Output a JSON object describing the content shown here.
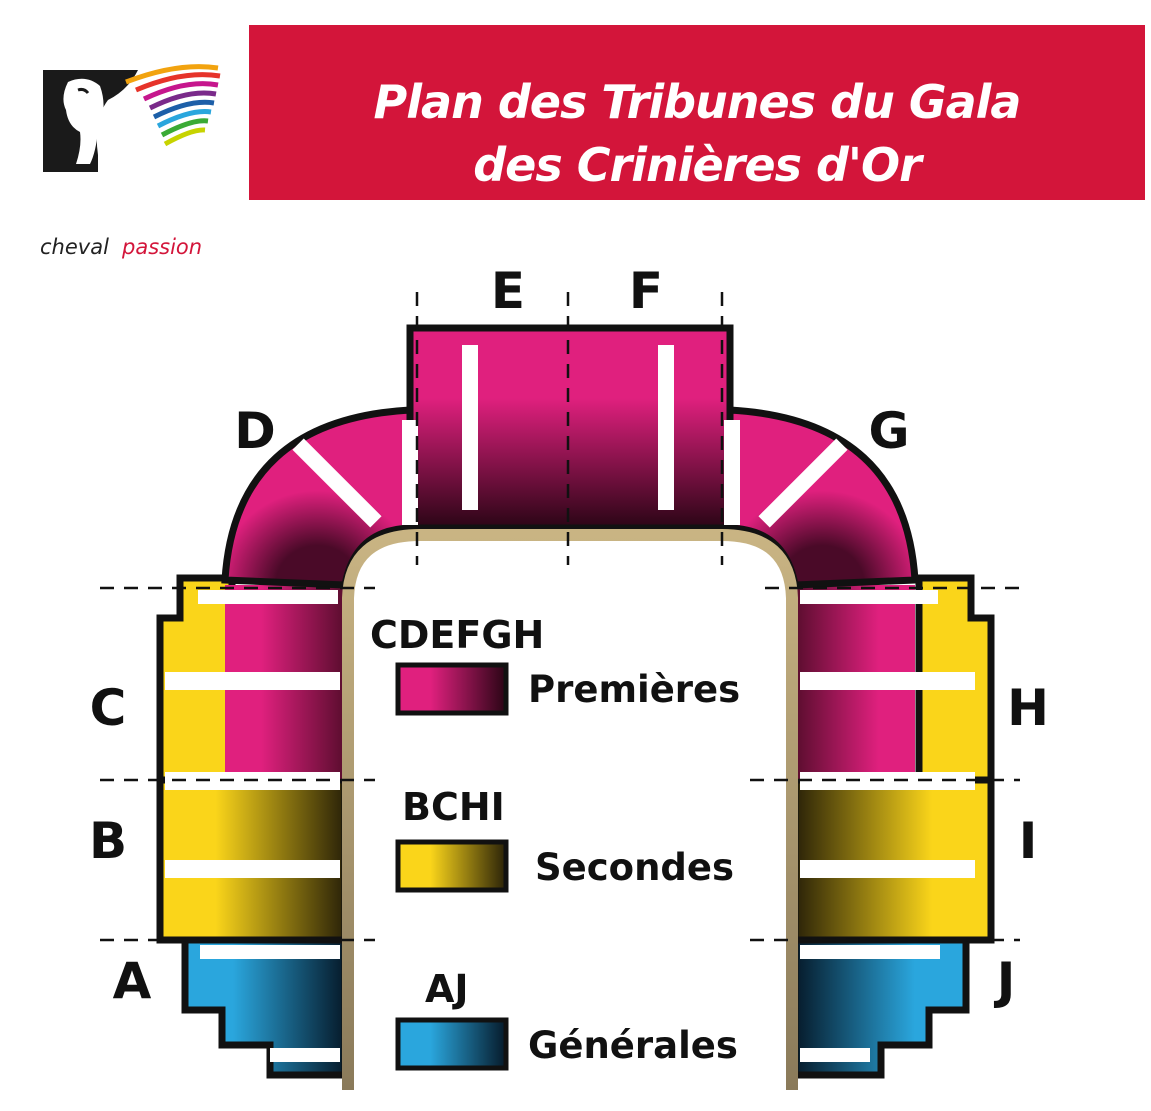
{
  "logo": {
    "word1": "cheval",
    "word2": "passion",
    "word2_color": "#d3153a"
  },
  "banner": {
    "line1": "Plan des Tribunes du Gala",
    "line2": "des Crinières d'Or",
    "color": "#d3153a"
  },
  "sections": {
    "A": "A",
    "B": "B",
    "C": "C",
    "D": "D",
    "E": "E",
    "F": "F",
    "G": "G",
    "H": "H",
    "I": "I",
    "J": "J"
  },
  "legend": [
    {
      "code": "CDEFGH",
      "name": "Premières",
      "color": "#e0207e"
    },
    {
      "code": "BCHI",
      "name": "Secondes",
      "color": "#fad51a"
    },
    {
      "code": "AJ",
      "name": "Générales",
      "color": "#2aa6dd"
    }
  ],
  "icons": [
    "horse-head-icon",
    "rainbow-mane-icon"
  ]
}
